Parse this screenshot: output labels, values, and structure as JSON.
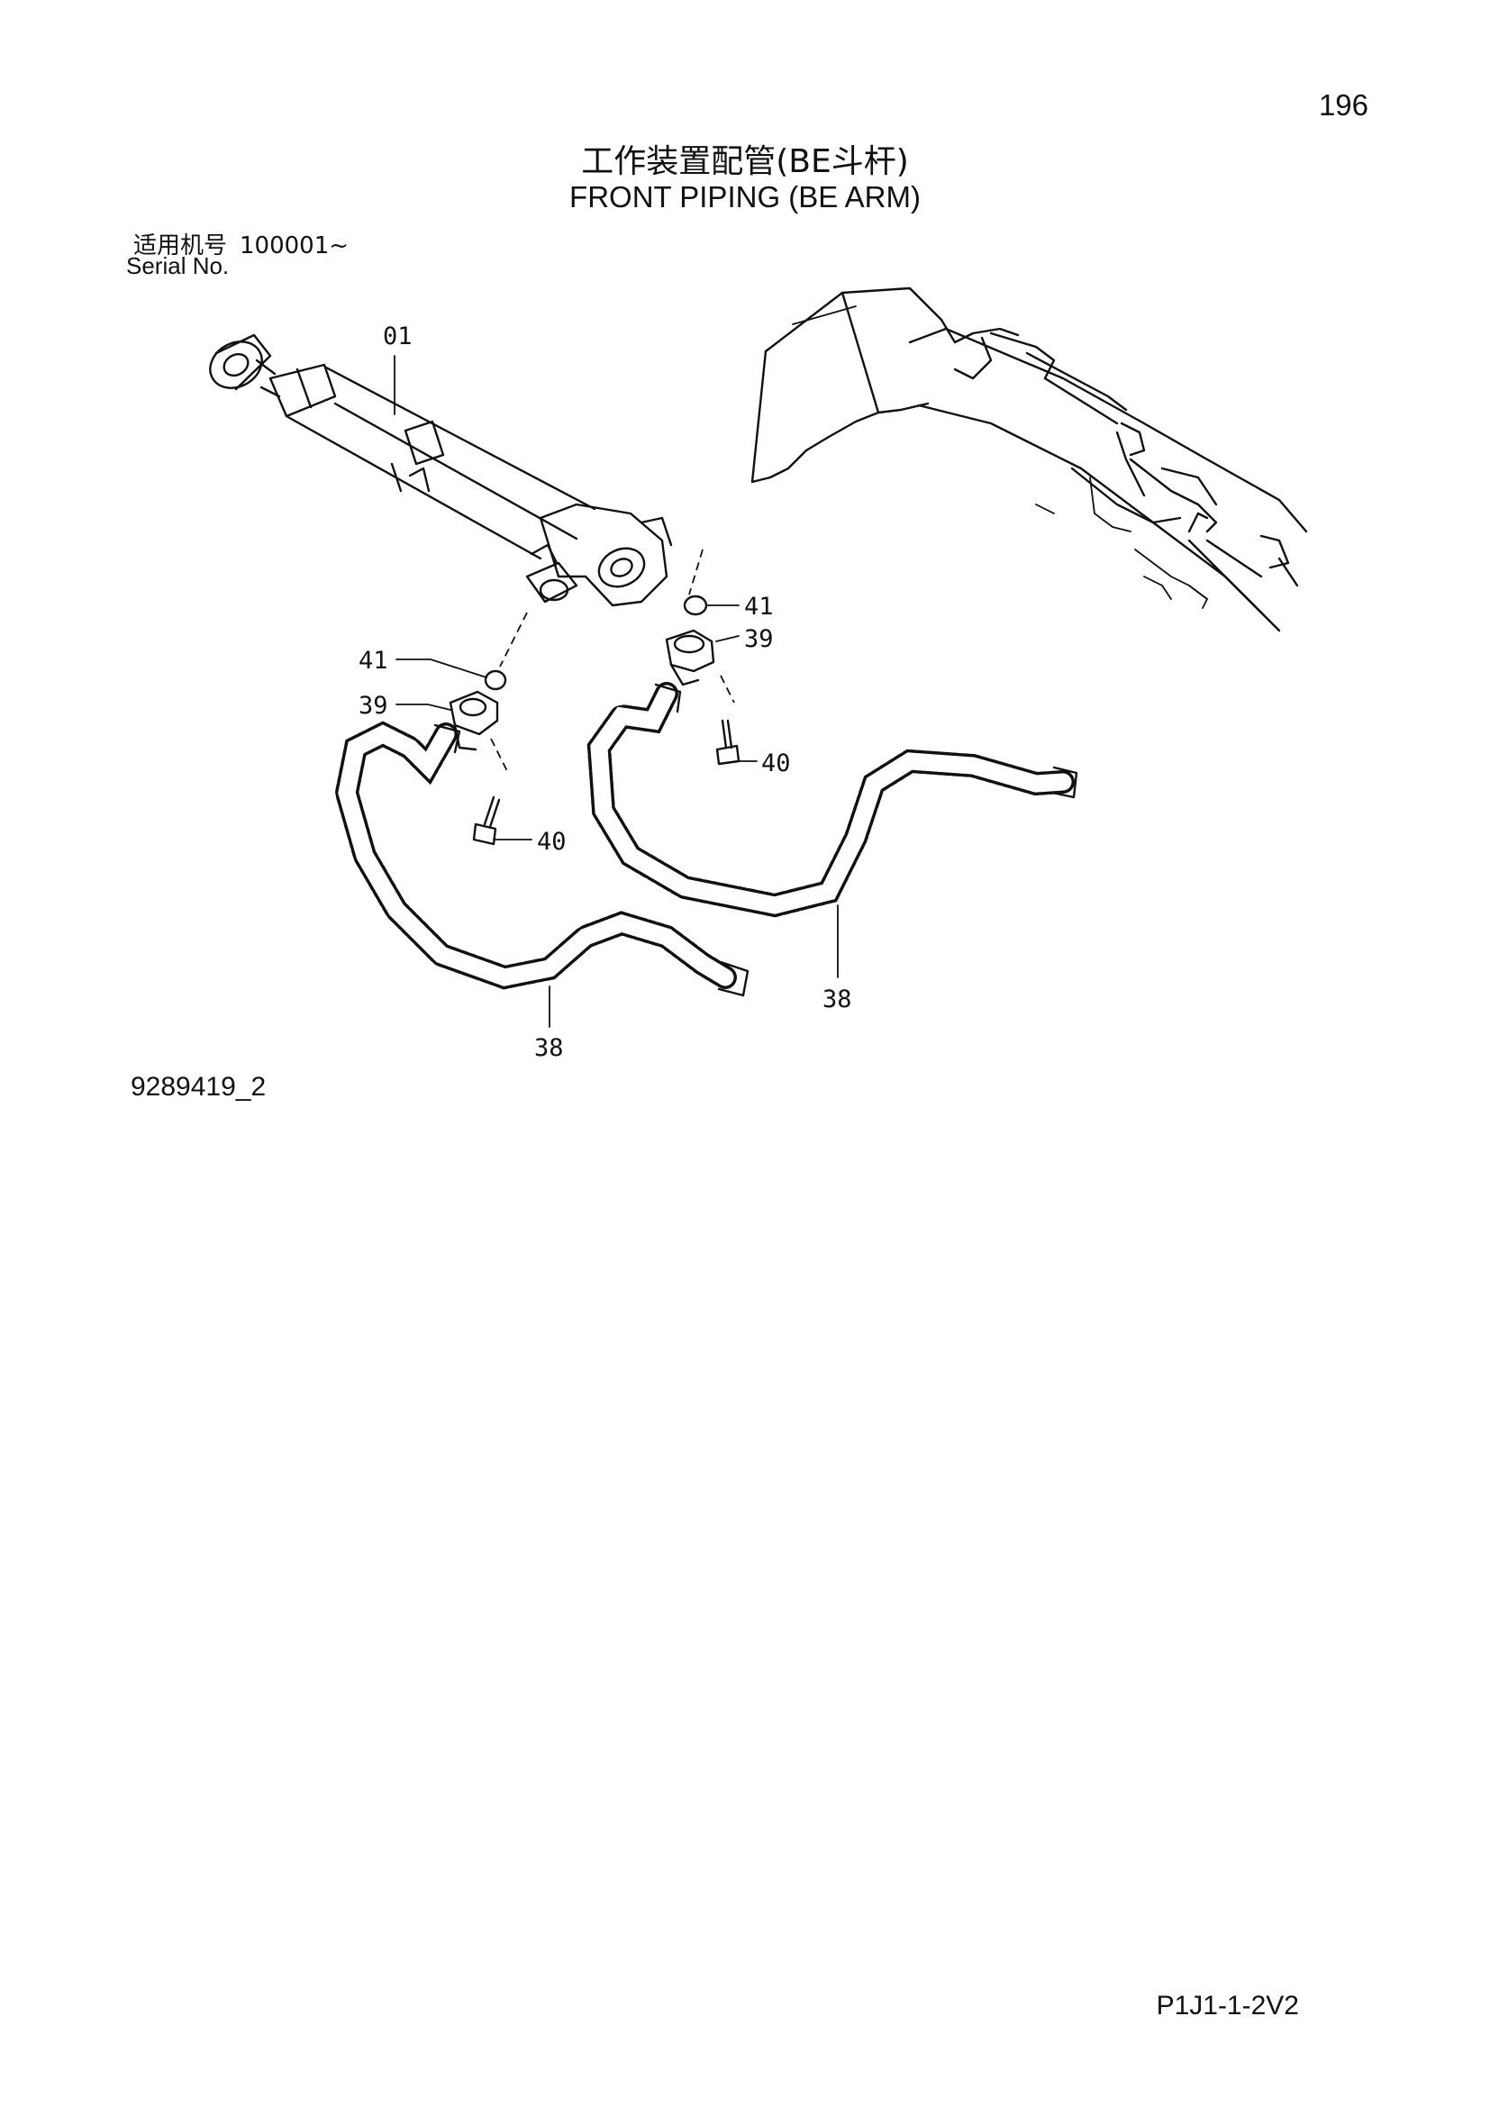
{
  "page": {
    "number": "196",
    "title_cn": "工作装置配管(BE斗杆)",
    "title_en": "FRONT PIPING (BE ARM)",
    "serial_label_cn": "适用机号",
    "serial_range": "100001~",
    "serial_label_en": "Serial No.",
    "drawing_number": "9289419_2",
    "sheet_code": "P1J1-1-2V2"
  },
  "callouts": {
    "c01": "01",
    "c41_right": "41",
    "c39_right": "39",
    "c41_left": "41",
    "c39_left": "39",
    "c40_right": "40",
    "c40_left": "40",
    "c38_right": "38",
    "c38_left": "38"
  }
}
